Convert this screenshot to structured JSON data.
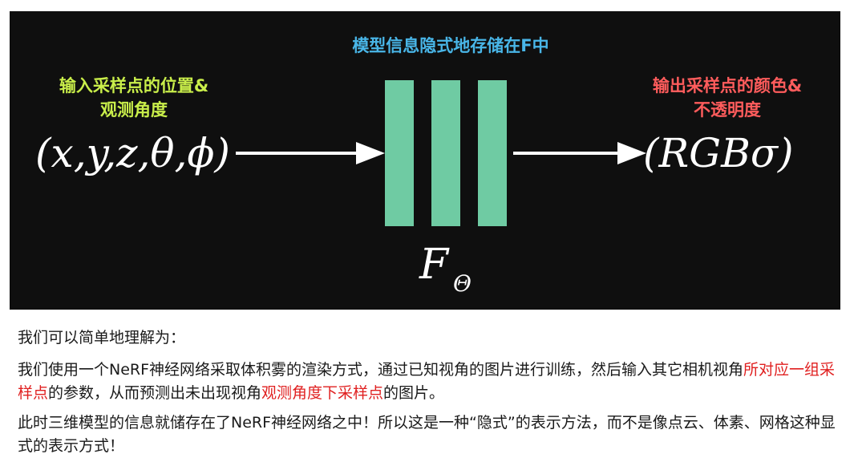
{
  "diagram": {
    "model_label": "模型信息隐式地存储在F中",
    "input_label_line1": "输入采样点的位置&",
    "input_label_line2": "观测角度",
    "output_label_line1": "输出采样点的颜色&",
    "output_label_line2": "不透明度",
    "input_math": "(x,y,z,θ,ϕ)",
    "output_math": "(RGBσ)",
    "function_symbol": "F",
    "function_subscript": "Θ",
    "colors": {
      "background": "#0f0f0f",
      "model_label": "#49b6e8",
      "input_label": "#c9ee4a",
      "output_label": "#ff5c5c",
      "bars": "#6fcba3"
    }
  },
  "text": {
    "p1": "我们可以简单地理解为：",
    "p2_a": "我们使用一个NeRF神经网络采取体积雾的渲染方式，通过已知视角的图片进行训练，然后输入其它相机视角",
    "p2_red1": "所对应一组采样点",
    "p2_b": "的参数，从而预测出未出现视角",
    "p2_red2": "观测角度下采样点",
    "p2_c": "的图片。",
    "p3": "此时三维模型的信息就储存在了NeRF神经网络之中！所以这是一种“隐式”的表示方法，而不是像点云、体素、网格这种显式的表示方式！",
    "highlight_color": "#e02020"
  }
}
